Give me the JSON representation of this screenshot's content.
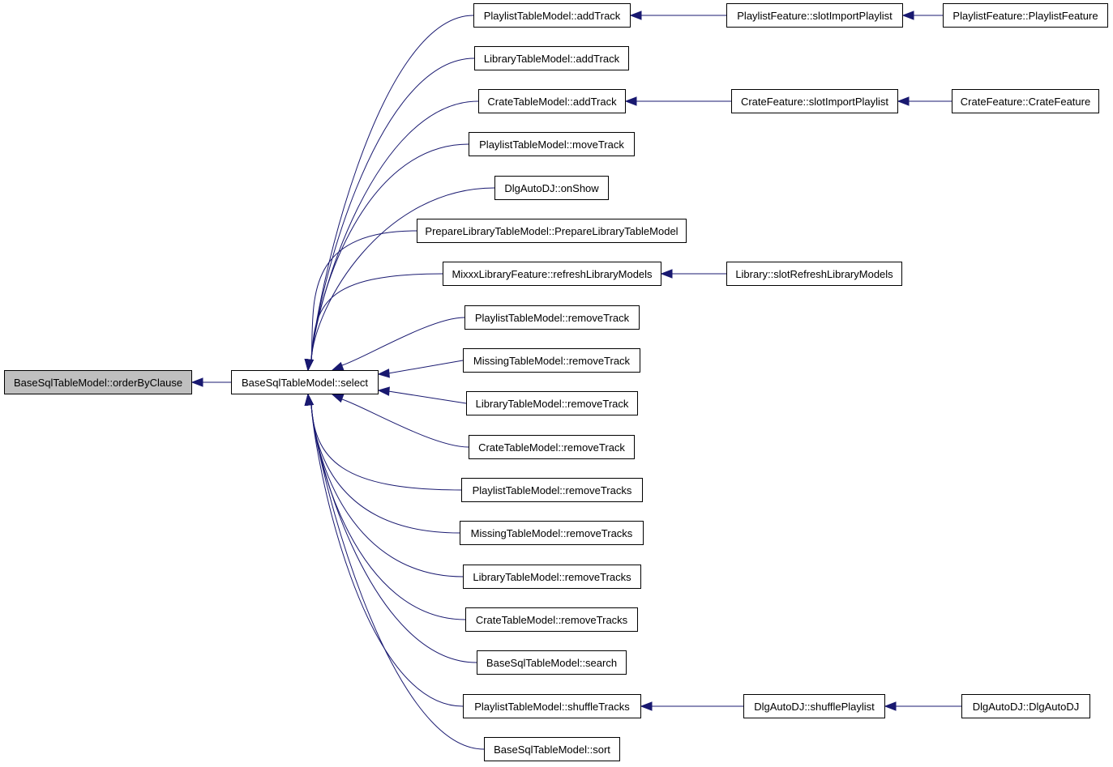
{
  "diagram": {
    "nodes": [
      {
        "id": "root",
        "label": "BaseSqlTableModel::orderByClause",
        "highlighted": true
      },
      {
        "id": "select",
        "label": "BaseSqlTableModel::select"
      },
      {
        "id": "pl_add",
        "label": "PlaylistTableModel::addTrack"
      },
      {
        "id": "lib_add",
        "label": "LibraryTableModel::addTrack"
      },
      {
        "id": "cr_add",
        "label": "CrateTableModel::addTrack"
      },
      {
        "id": "pl_move",
        "label": "PlaylistTableModel::moveTrack"
      },
      {
        "id": "dlg_onshow",
        "label": "DlgAutoDJ::onShow"
      },
      {
        "id": "prep_ctor",
        "label": "PrepareLibraryTableModel::PrepareLibraryTableModel"
      },
      {
        "id": "mixxx_refresh",
        "label": "MixxxLibraryFeature::refreshLibraryModels"
      },
      {
        "id": "pl_rm",
        "label": "PlaylistTableModel::removeTrack"
      },
      {
        "id": "miss_rm",
        "label": "MissingTableModel::removeTrack"
      },
      {
        "id": "lib_rm",
        "label": "LibraryTableModel::removeTrack"
      },
      {
        "id": "cr_rm",
        "label": "CrateTableModel::removeTrack"
      },
      {
        "id": "pl_rms",
        "label": "PlaylistTableModel::removeTracks"
      },
      {
        "id": "miss_rms",
        "label": "MissingTableModel::removeTracks"
      },
      {
        "id": "lib_rms",
        "label": "LibraryTableModel::removeTracks"
      },
      {
        "id": "cr_rms",
        "label": "CrateTableModel::removeTracks"
      },
      {
        "id": "base_search",
        "label": "BaseSqlTableModel::search"
      },
      {
        "id": "pl_shuffle",
        "label": "PlaylistTableModel::shuffleTracks"
      },
      {
        "id": "base_sort",
        "label": "BaseSqlTableModel::sort"
      },
      {
        "id": "plf_import",
        "label": "PlaylistFeature::slotImportPlaylist"
      },
      {
        "id": "plf_ctor",
        "label": "PlaylistFeature::PlaylistFeature"
      },
      {
        "id": "crf_import",
        "label": "CrateFeature::slotImportPlaylist"
      },
      {
        "id": "crf_ctor",
        "label": "CrateFeature::CrateFeature"
      },
      {
        "id": "lib_slot",
        "label": "Library::slotRefreshLibraryModels"
      },
      {
        "id": "dlg_shuffle",
        "label": "DlgAutoDJ::shufflePlaylist"
      },
      {
        "id": "dlg_ctor",
        "label": "DlgAutoDJ::DlgAutoDJ"
      }
    ],
    "edges": [
      {
        "from": "select",
        "to": "root"
      },
      {
        "from": "pl_add",
        "to": "select"
      },
      {
        "from": "lib_add",
        "to": "select"
      },
      {
        "from": "cr_add",
        "to": "select"
      },
      {
        "from": "pl_move",
        "to": "select"
      },
      {
        "from": "dlg_onshow",
        "to": "select"
      },
      {
        "from": "prep_ctor",
        "to": "select"
      },
      {
        "from": "mixxx_refresh",
        "to": "select"
      },
      {
        "from": "pl_rm",
        "to": "select"
      },
      {
        "from": "miss_rm",
        "to": "select"
      },
      {
        "from": "lib_rm",
        "to": "select"
      },
      {
        "from": "cr_rm",
        "to": "select"
      },
      {
        "from": "pl_rms",
        "to": "select"
      },
      {
        "from": "miss_rms",
        "to": "select"
      },
      {
        "from": "lib_rms",
        "to": "select"
      },
      {
        "from": "cr_rms",
        "to": "select"
      },
      {
        "from": "base_search",
        "to": "select"
      },
      {
        "from": "pl_shuffle",
        "to": "select"
      },
      {
        "from": "base_sort",
        "to": "select"
      },
      {
        "from": "plf_import",
        "to": "pl_add"
      },
      {
        "from": "plf_ctor",
        "to": "plf_import"
      },
      {
        "from": "crf_import",
        "to": "cr_add"
      },
      {
        "from": "crf_ctor",
        "to": "crf_import"
      },
      {
        "from": "lib_slot",
        "to": "mixxx_refresh"
      },
      {
        "from": "dlg_shuffle",
        "to": "pl_shuffle"
      },
      {
        "from": "dlg_ctor",
        "to": "dlg_shuffle"
      }
    ],
    "colors": {
      "edge": "#191970",
      "node_border": "#000000",
      "node_fill": "#ffffff",
      "highlight_fill": "#bfbfbf"
    }
  }
}
